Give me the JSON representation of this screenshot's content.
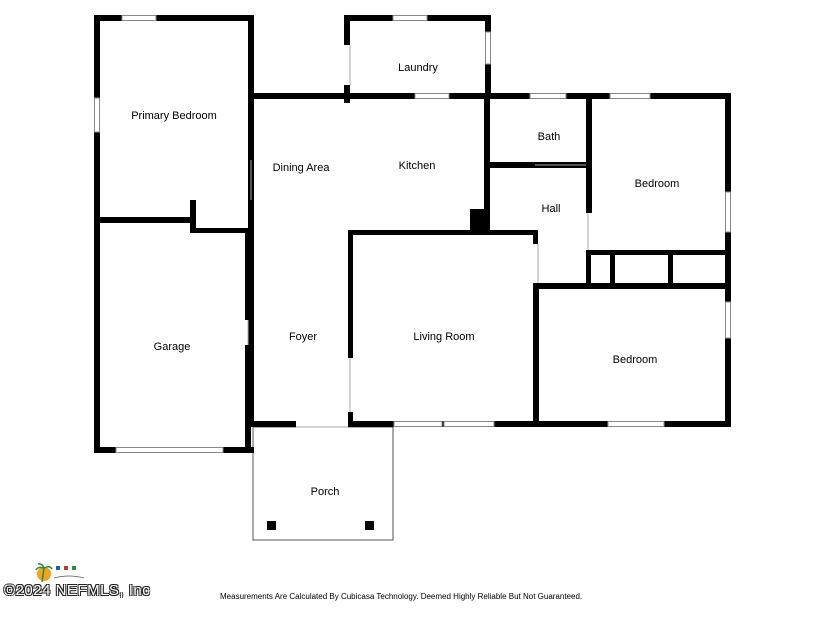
{
  "rooms": {
    "laundry": "Laundry",
    "primary_bedroom": "Primary Bedroom",
    "dining_area": "Dining Area",
    "kitchen": "Kitchen",
    "bath": "Bath",
    "bedroom_1": "Bedroom",
    "hall": "Hall",
    "garage": "Garage",
    "foyer": "Foyer",
    "living_room": "Living Room",
    "bedroom_2": "Bedroom",
    "porch": "Porch"
  },
  "footer": {
    "disclaimer": "Measurements Are Calculated By Cubicasa Technology. Deemed Highly Reliable But Not Guaranteed.",
    "copyright": "©2024 NEFMLS, Inc"
  },
  "logo": {
    "icon": "palm-tree-logo",
    "colors": [
      "#f2a21b",
      "#2b8a3e",
      "#1b5fb0",
      "#c0392b"
    ]
  }
}
